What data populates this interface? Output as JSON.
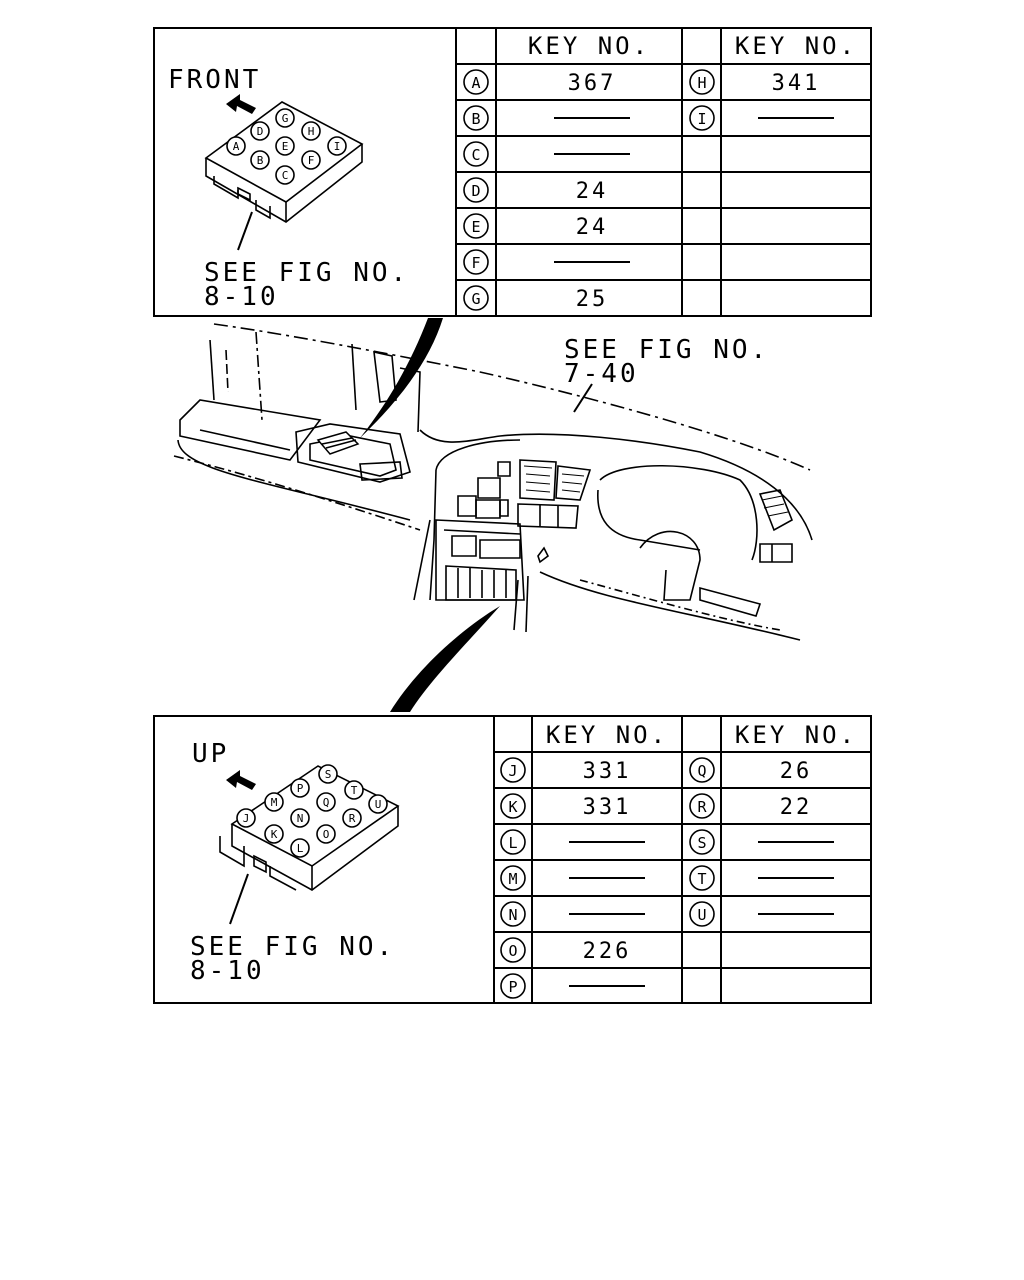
{
  "top_panel": {
    "direction_label": "FRONT",
    "see_fig_line1": "SEE FIG NO.",
    "see_fig_line2": "8-10",
    "header_left": "KEY NO.",
    "header_right": "KEY NO.",
    "connector_pins": [
      "A",
      "B",
      "C",
      "D",
      "E",
      "F",
      "G",
      "H",
      "I"
    ],
    "rows_left": [
      {
        "pin": "A",
        "key": "367"
      },
      {
        "pin": "B",
        "key": ""
      },
      {
        "pin": "C",
        "key": ""
      },
      {
        "pin": "D",
        "key": "24"
      },
      {
        "pin": "E",
        "key": "24"
      },
      {
        "pin": "F",
        "key": ""
      },
      {
        "pin": "G",
        "key": "25"
      }
    ],
    "rows_right": [
      {
        "pin": "H",
        "key": "341"
      },
      {
        "pin": "I",
        "key": ""
      }
    ]
  },
  "middle": {
    "see_fig_line1": "SEE FIG NO.",
    "see_fig_line2": "7-40"
  },
  "bottom_panel": {
    "direction_label": "UP",
    "see_fig_line1": "SEE FIG NO.",
    "see_fig_line2": "8-10",
    "header_left": "KEY NO.",
    "header_right": "KEY NO.",
    "connector_pins": [
      "J",
      "K",
      "L",
      "M",
      "N",
      "O",
      "P",
      "Q",
      "R",
      "S",
      "T",
      "U"
    ],
    "rows_left": [
      {
        "pin": "J",
        "key": "331"
      },
      {
        "pin": "K",
        "key": "331"
      },
      {
        "pin": "L",
        "key": ""
      },
      {
        "pin": "M",
        "key": ""
      },
      {
        "pin": "N",
        "key": ""
      },
      {
        "pin": "O",
        "key": "226"
      },
      {
        "pin": "P",
        "key": ""
      }
    ],
    "rows_right": [
      {
        "pin": "Q",
        "key": "26"
      },
      {
        "pin": "R",
        "key": "22"
      },
      {
        "pin": "S",
        "key": ""
      },
      {
        "pin": "T",
        "key": ""
      },
      {
        "pin": "U",
        "key": ""
      }
    ]
  }
}
